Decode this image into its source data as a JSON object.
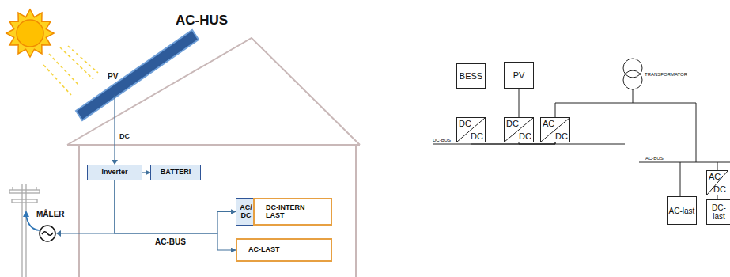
{
  "diagram": {
    "title": "AC-HUS",
    "nodes": [
      {
        "text": [
          "Inverter"
        ]
      },
      {
        "text": [
          "BATTERI"
        ]
      },
      {
        "text": [
          "AC/ DC"
        ]
      },
      {
        "text": [
          "DC-INTERN LAST"
        ]
      },
      {
        "text": [
          "AC-LAST"
        ]
      },
      {
        "text": [
          "BESS"
        ]
      },
      {
        "text": [
          "PV"
        ]
      },
      {
        "text": [
          "DC",
          "DC"
        ]
      },
      {
        "text": [
          "DC",
          "DC"
        ]
      },
      {
        "text": [
          "AC",
          "DC"
        ]
      },
      {
        "text": [
          "AC",
          "DC"
        ]
      },
      {
        "text": [
          "AC-last"
        ]
      },
      {
        "text": [
          "DC-last"
        ]
      }
    ],
    "edges": [
      {
        "from": 0,
        "to": 1,
        "arrow": "to"
      },
      {
        "from": 0,
        "to": 2,
        "arrow": "to"
      },
      {
        "from": 0,
        "to": 4,
        "arrow": "to"
      },
      {
        "from": 5,
        "to": 7,
        "arrow": "none"
      },
      {
        "from": 6,
        "to": 8,
        "arrow": "none"
      },
      {
        "from": 7,
        "to": 9,
        "arrow": "none"
      },
      {
        "from": 8,
        "to": 9,
        "arrow": "none"
      },
      {
        "from": 10,
        "to": 12,
        "arrow": "none"
      }
    ],
    "labels": [
      "PV",
      "DC",
      "MÅLER",
      "AC-BUS",
      "DC-BUS",
      "TRANSFORMATOR",
      "AC-BUS"
    ]
  }
}
